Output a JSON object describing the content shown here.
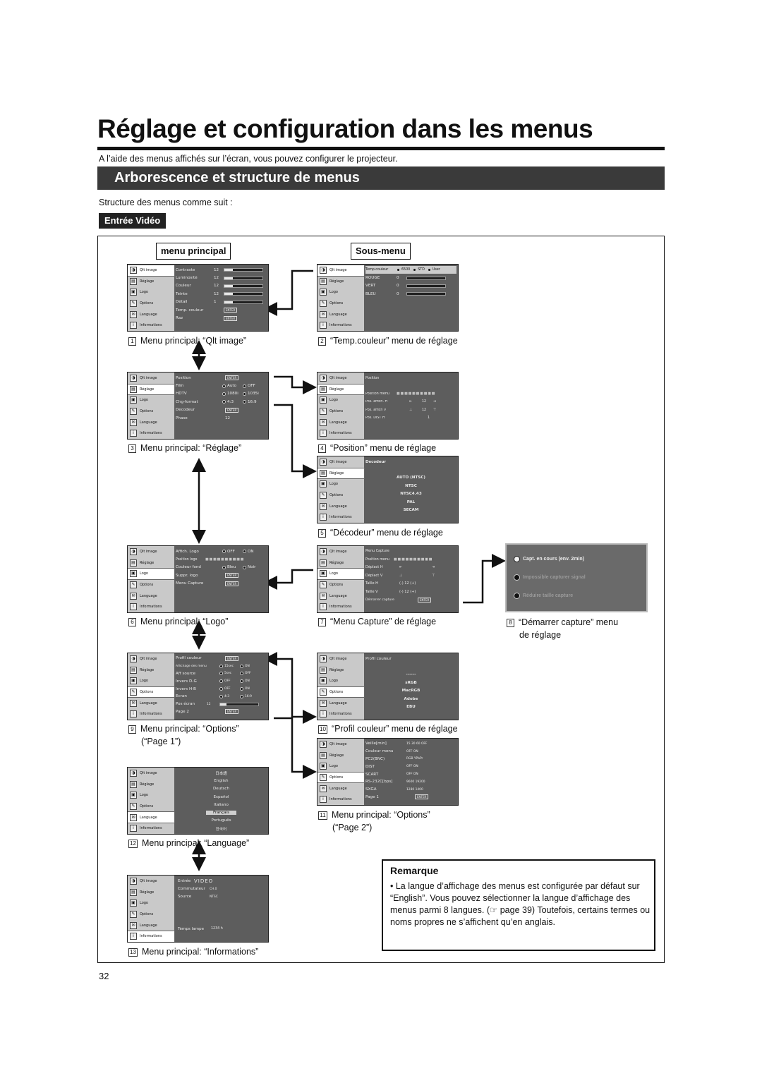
{
  "header": {
    "title": "Réglage et configuration dans les menus",
    "intro": "A l’aide des menus affichés sur l’écran, vous pouvez configurer le projecteur.",
    "section": "Arborescence et structure de menus",
    "structure": "Structure des menus comme suit :",
    "tag": "Entrée Vidéo"
  },
  "columns": {
    "main": "menu principal",
    "sub": "Sous-menu"
  },
  "nav_items": [
    "Qlt image",
    "Réglage",
    "Logo",
    "Options",
    "Language",
    "Informations"
  ],
  "screens": {
    "qlt": {
      "rows": [
        [
          "Contraste",
          "12"
        ],
        [
          "Luminosité",
          "12"
        ],
        [
          "Couleur",
          "12"
        ],
        [
          "Teinte",
          "12"
        ],
        [
          "Détail",
          "1"
        ],
        [
          "Temp. couleur",
          "ENTER"
        ],
        [
          "Raz",
          "ENTER"
        ]
      ]
    },
    "temp": {
      "header": [
        "Temp.couleur",
        "6500",
        "STD",
        "User"
      ],
      "rows": [
        [
          "ROUGE",
          "0"
        ],
        [
          "VERT",
          "0"
        ],
        [
          "BLEU",
          "0"
        ]
      ]
    },
    "reglage": {
      "rows": [
        [
          "Position",
          "ENTER",
          ""
        ],
        [
          "Film",
          "Auto",
          "OFF"
        ],
        [
          "HDTV",
          "1080i",
          "1035i"
        ],
        [
          "Chg-format",
          "4:3",
          "16:9"
        ],
        [
          "Decodeur",
          "ENTER",
          ""
        ],
        [
          "Phase",
          "12",
          ""
        ]
      ]
    },
    "position": {
      "title": "Position",
      "rows": [
        [
          "Position menu",
          ""
        ],
        [
          "Pos. affich. H",
          "12"
        ],
        [
          "Pos. affich V",
          "12"
        ],
        [
          "Pos. DIST H",
          "1"
        ]
      ]
    },
    "decodeur": {
      "title": "Decodeur",
      "items": [
        "AUTO   (NTSC)",
        "NTSC",
        "NTSC4.43",
        "PAL",
        "SECAM"
      ]
    },
    "logo": {
      "rows": [
        [
          "Affich. Logo",
          "OFF",
          "ON"
        ],
        [
          "Position logo",
          "",
          ""
        ],
        [
          "Couleur fond",
          "Bleu",
          "Noir"
        ],
        [
          "Suppr. logo",
          "ENTER",
          ""
        ],
        [
          "Menu Capture",
          "ENTER",
          ""
        ]
      ]
    },
    "capture": {
      "rows": [
        [
          "Menu Capture",
          ""
        ],
        [
          "Position menu",
          ""
        ],
        [
          "Déplact H",
          ""
        ],
        [
          "Déplact V",
          ""
        ],
        [
          "Taille H",
          "(-)  12  (+)"
        ],
        [
          "Taille V",
          "(-)  12  (+)"
        ],
        [
          "Démarrer capture",
          "ENTER"
        ]
      ]
    },
    "capture_status": [
      "Capt. en cours (env. 2min)",
      "Impossible capturer signal",
      "Réduire taille capture"
    ],
    "options1": {
      "rows": [
        [
          "Profil couleur",
          "ENTER",
          ""
        ],
        [
          "Affichage des menu",
          "15sec",
          "ON"
        ],
        [
          "Aff source",
          "5sec",
          "OFF"
        ],
        [
          "Invers D-G",
          "OFF",
          "ON"
        ],
        [
          "Invers H-B",
          "OFF",
          "ON"
        ],
        [
          "Écran",
          "4:3",
          "16:9"
        ],
        [
          "Pos écran",
          "12",
          ""
        ],
        [
          "Page 2",
          "ENTER",
          ""
        ]
      ]
    },
    "profil": {
      "title": "Profil couleur",
      "items": [
        "------",
        "sRGB",
        "MacRGB",
        "Adobe",
        "EBU"
      ]
    },
    "options2": {
      "rows": [
        [
          "Veille[min]",
          "15  30  60  OFF"
        ],
        [
          "Couleur menu",
          "OFF   ON"
        ],
        [
          "PC2(BNC)",
          "RGB   YPbPr"
        ],
        [
          "DIST",
          "OFF   ON"
        ],
        [
          "SCART",
          "OFF   ON"
        ],
        [
          "RS-232C[bps]",
          "9600   19200"
        ],
        [
          "SXGA",
          "1280   1400"
        ],
        [
          "Page 1",
          "ENTER"
        ]
      ]
    },
    "language": {
      "items": [
        "日本語",
        "English",
        "Deutsch",
        "Español",
        "Italiano",
        "Français",
        "Portuguës",
        "한국어"
      ]
    },
    "info": {
      "rows": [
        [
          "Entrée",
          "VIDEO"
        ],
        [
          "Commutateur",
          "CH.0"
        ],
        [
          "Source",
          "NTSC"
        ]
      ],
      "lamp": [
        "Temps lampe",
        "1234 h"
      ]
    }
  },
  "captions": {
    "c1": {
      "n": "1",
      "t": "Menu principal: “Qlt image”"
    },
    "c2": {
      "n": "2",
      "t": "“Temp.couleur” menu de réglage"
    },
    "c3": {
      "n": "3",
      "t": "Menu principal: “Réglage”"
    },
    "c4": {
      "n": "4",
      "t": "“Position” menu de réglage"
    },
    "c5": {
      "n": "5",
      "t": "“Décodeur” menu de réglage"
    },
    "c6": {
      "n": "6",
      "t": "Menu principal:  “Logo”"
    },
    "c7": {
      "n": "7",
      "t": "“Menu Capture” de réglage"
    },
    "c8": {
      "n": "8",
      "t": "“Démarrer capture” menu",
      "t2": "de réglage"
    },
    "c9": {
      "n": "9",
      "t": "Menu principal: “Options”",
      "t2": "(“Page 1”)"
    },
    "c10": {
      "n": "10",
      "t": "“Profil couleur” menu de réglage"
    },
    "c11": {
      "n": "11",
      "t": "Menu principal: “Options”",
      "t2": "(“Page 2”)"
    },
    "c12": {
      "n": "12",
      "t": "Menu principal:  “Language”"
    },
    "c13": {
      "n": "13",
      "t": "Menu principal: “Informations”"
    }
  },
  "remark": {
    "title": "Remarque",
    "text": "• La langue d’affichage des menus est configurée par défaut sur “English”. Vous pouvez sélectionner la langue d’affichage des menus parmi 8 langues. (☞ page 39) Toutefois, certains termes ou noms propres ne s’affichent qu’en anglais."
  },
  "page_number": "32"
}
